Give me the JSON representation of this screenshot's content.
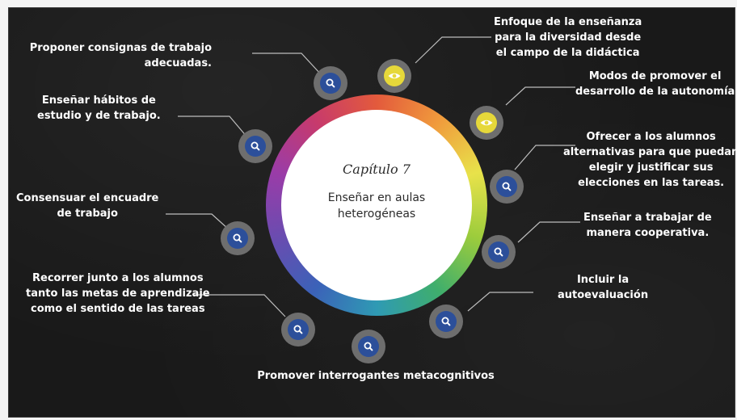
{
  "center": {
    "chapter": "Capítulo 7",
    "title_line1": "Enseñar en aulas",
    "title_line2": "heterogéneas"
  },
  "labels": {
    "proponer": [
      "Proponer consignas de trabajo",
      "adecuadas."
    ],
    "habitos": [
      "Enseñar hábitos de",
      "estudio y de trabajo."
    ],
    "encuadre": [
      "Consensuar el encuadre",
      "de trabajo"
    ],
    "recorrer": [
      "Recorrer junto a los alumnos",
      "tanto las metas de aprendizaje",
      "como el sentido de las tareas"
    ],
    "metacognitivos": [
      "Promover interrogantes metacognitivos"
    ],
    "enfoque": [
      "Enfoque de la enseñanza",
      "para la diversidad desde",
      "el campo de la didáctica"
    ],
    "modos": [
      "Modos de promover el",
      "desarrollo de la autonomía"
    ],
    "ofrecer": [
      "Ofrecer a los alumnos",
      "alternativas para que puedan",
      "elegir y justificar sus",
      "elecciones en las tareas."
    ],
    "cooperativa": [
      "Enseñar a trabajar de",
      "manera cooperativa."
    ],
    "autoevaluacion": [
      "Incluir la",
      "autoevaluación"
    ]
  },
  "colors": {
    "board": "#191919",
    "node_ring": "#6e6e6e",
    "search_fill": "#2c4f9a",
    "eye_fill": "#e6d83a"
  },
  "icons": {
    "search": "search-icon",
    "eye": "eye-icon"
  }
}
